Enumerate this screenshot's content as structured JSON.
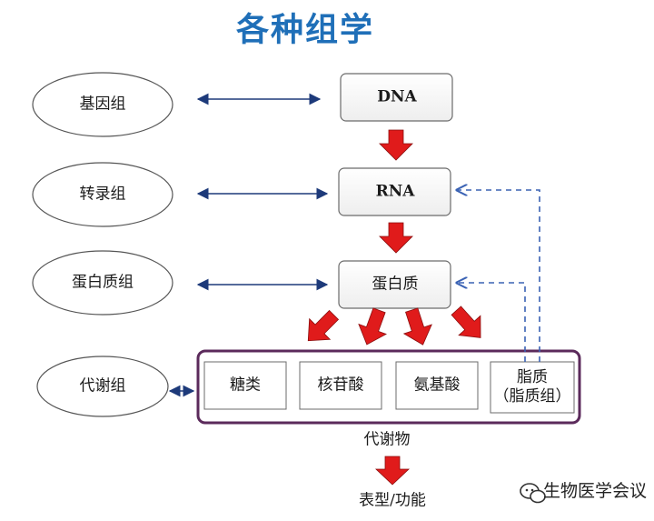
{
  "title": "各种组学",
  "omics": [
    {
      "id": "genome",
      "label": "基因组"
    },
    {
      "id": "transcriptome",
      "label": "转录组"
    },
    {
      "id": "proteome",
      "label": "蛋白质组"
    },
    {
      "id": "metabolome",
      "label": "代谢组"
    }
  ],
  "molecules": [
    {
      "id": "dna",
      "label": "DNA"
    },
    {
      "id": "rna",
      "label": "RNA"
    },
    {
      "id": "protein",
      "label": "蛋白质"
    }
  ],
  "metabolites": [
    {
      "id": "sugars",
      "label": "糖类"
    },
    {
      "id": "nucleosides",
      "label": "核苷酸"
    },
    {
      "id": "amino-acids",
      "label": "氨基酸"
    },
    {
      "id": "lipids",
      "label": "脂质\n（脂质组）"
    }
  ],
  "metabolites_caption": "代谢物",
  "phenotype_caption": "表型/功能",
  "watermark": "生物医学会议",
  "colors": {
    "title": "#1f6fb8",
    "arrow_red": "#e01b1b",
    "connector_blue": "#1d3a7a",
    "dashed_blue": "#3a62b4",
    "metabolite_frame": "#5b2a5b",
    "box_border": "#6b6b6b"
  }
}
